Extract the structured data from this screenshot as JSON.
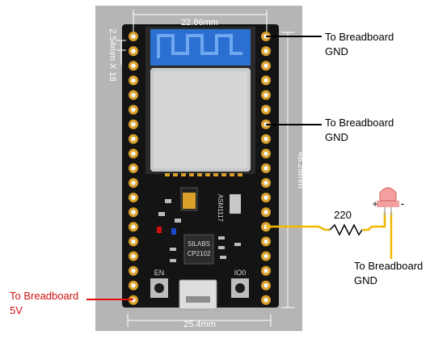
{
  "dimensions": {
    "width": "22.86mm",
    "bottom_width": "25.4mm",
    "height": "48.26mm",
    "pitch": "2.54mm X 18"
  },
  "components": {
    "chip_line1": "SILABS",
    "chip_line2": "CP2102",
    "regulator": "ASM1117",
    "button_en": "EN",
    "button_io0": "IO0",
    "resistor": "220",
    "led_plus": "+",
    "led_minus": "-"
  },
  "labels": {
    "gnd_top": [
      "To Breadboard",
      "GND"
    ],
    "gnd_mid": [
      "To Breadboard",
      "GND"
    ],
    "gnd_led": [
      "To Breadboard",
      "GND"
    ],
    "v5": [
      "To Breadboard",
      "5V"
    ]
  },
  "colors": {
    "gnd_wire": "#000000",
    "v5_wire": "#e01010",
    "led_wire": "#f0b800",
    "board": "#111111",
    "pin": "#d9a02a"
  }
}
